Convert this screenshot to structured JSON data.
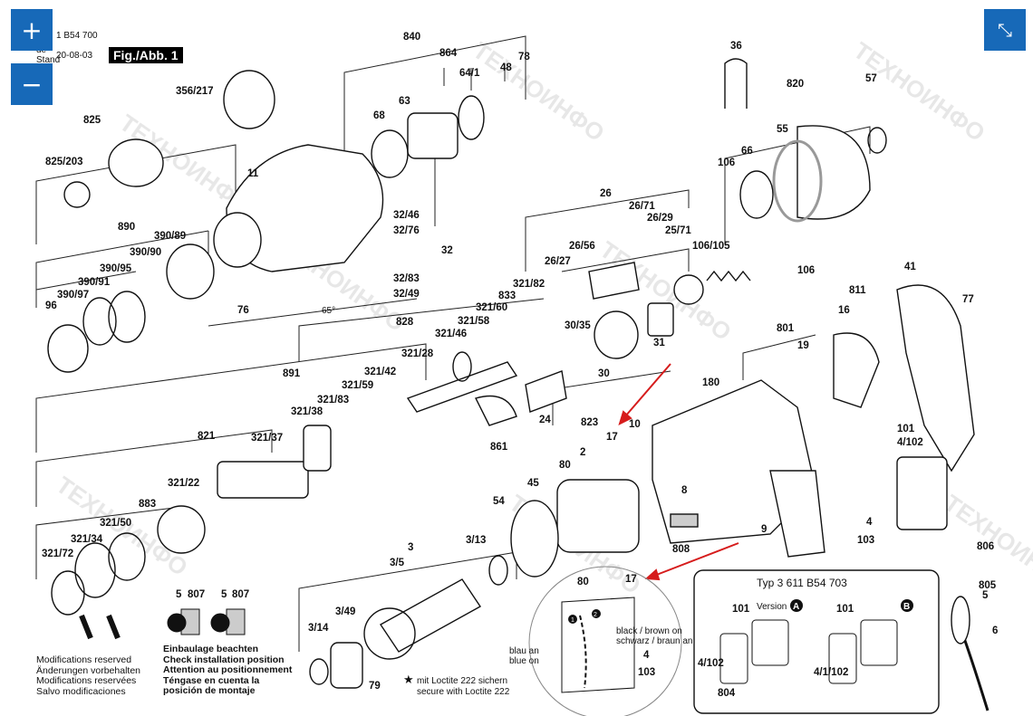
{
  "header": {
    "part_line": "1 B54 700",
    "date_label_1": "de",
    "date_label_2": "Stand",
    "date": "20-08-03",
    "figure": "Fig./Abb. 1"
  },
  "controls": {
    "zoom_in": "+",
    "zoom_out": "−",
    "fullscreen": "⤡"
  },
  "labels": [
    "840",
    "864",
    "64/1",
    "48",
    "78",
    "36",
    "820",
    "57",
    "356/217",
    "63",
    "68",
    "55",
    "66",
    "106",
    "825",
    "825/203",
    "11",
    "26",
    "26/71",
    "26/29",
    "25/71",
    "106/105",
    "106",
    "890",
    "390/89",
    "390/90",
    "390/95",
    "390/91",
    "390/97",
    "96",
    "32/46",
    "32/76",
    "32",
    "32/83",
    "32/49",
    "76",
    "26/56",
    "26/27",
    "321/82",
    "833",
    "321/60",
    "321/58",
    "321/46",
    "30/35",
    "31",
    "30",
    "828",
    "321/28",
    "321/42",
    "321/59",
    "891",
    "321/83",
    "321/38",
    "24",
    "823",
    "861",
    "17",
    "10",
    "180",
    "801",
    "16",
    "811",
    "19",
    "41",
    "77",
    "821",
    "321/37",
    "321/22",
    "883",
    "321/50",
    "321/34",
    "321/72",
    "2",
    "80",
    "45",
    "54",
    "3",
    "3/13",
    "3/5",
    "3/49",
    "3/14",
    "79",
    "80",
    "8",
    "9",
    "808",
    "17",
    "101",
    "4/102",
    "4",
    "103",
    "806",
    "805",
    "5",
    "6",
    "5",
    "807",
    "5",
    "807"
  ],
  "subassembly": {
    "title": "Typ 3 611 B54 703",
    "version_a": "Version",
    "a_mark": "A",
    "b_mark": "B",
    "labels": [
      "101",
      "101",
      "4/102",
      "4/1/102",
      "804"
    ]
  },
  "wiring_inset": {
    "black_brown": "black / brown on",
    "schwarz_braun": "schwarz / braun an",
    "blau_an": "blau an",
    "blue_on": "blue on",
    "n4": "4",
    "n103": "103",
    "n2": "2",
    "n1": "1"
  },
  "notes": {
    "modifications": [
      "Modifications reserved",
      "Änderungen vorbehalten",
      "Modifications reservées",
      "Salvo modificaciones"
    ],
    "installation": [
      "Einbaulage beachten",
      "Check installation position",
      "Attention au positionnement",
      "Téngase en cuenta la",
      "posición de montaje"
    ],
    "loctite": [
      "mit Loctite 222 sichern",
      "secure with Loctite 222"
    ]
  },
  "angle": "65°",
  "watermark": "ТЕХНОИНФО"
}
